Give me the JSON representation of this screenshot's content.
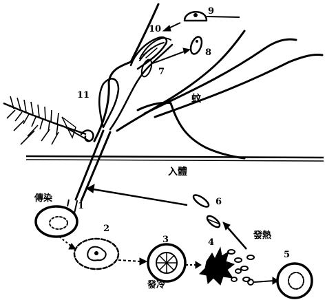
{
  "labels": {
    "n1": "1",
    "n2": "2",
    "n3": "3",
    "n4": "4",
    "n5": "5",
    "n6": "6",
    "n7": "7",
    "n8": "8",
    "n9": "9",
    "n10": "10",
    "n11": "11",
    "mosquito": "蚊",
    "human": "入體",
    "transmit": "傳染",
    "division": "發冷",
    "fever": "發熱"
  }
}
